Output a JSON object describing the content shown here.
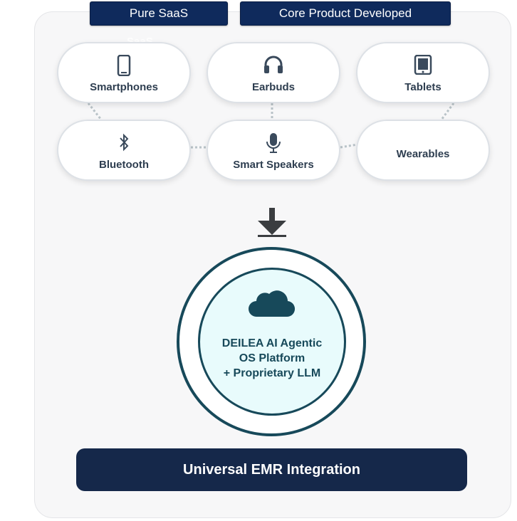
{
  "tabs": {
    "left_label": "Pure SaaS",
    "right_label": "Core Product Developed"
  },
  "ghost_text": "SaaS",
  "devices": [
    {
      "label": "Smartphones",
      "icon": "smartphone-icon"
    },
    {
      "label": "Earbuds",
      "icon": "headphones-icon"
    },
    {
      "label": "Tablets",
      "icon": "tablet-icon"
    },
    {
      "label": "Bluetooth",
      "icon": "bluetooth-icon"
    },
    {
      "label": "Smart Speakers",
      "icon": "microphone-icon"
    },
    {
      "label": "Wearables",
      "icon": ""
    }
  ],
  "platform": {
    "icon": "cloud-icon",
    "lines": [
      "DEILEA AI Agentic",
      "OS Platform",
      "+ Proprietary LLM"
    ]
  },
  "emr_label": "Universal EMR Integration",
  "colors": {
    "navy": "#0f2a5c",
    "teal": "#17495a",
    "circle_fill": "#e8fbfc",
    "device_text": "#2e3e50",
    "emr_bar": "#15284a"
  }
}
